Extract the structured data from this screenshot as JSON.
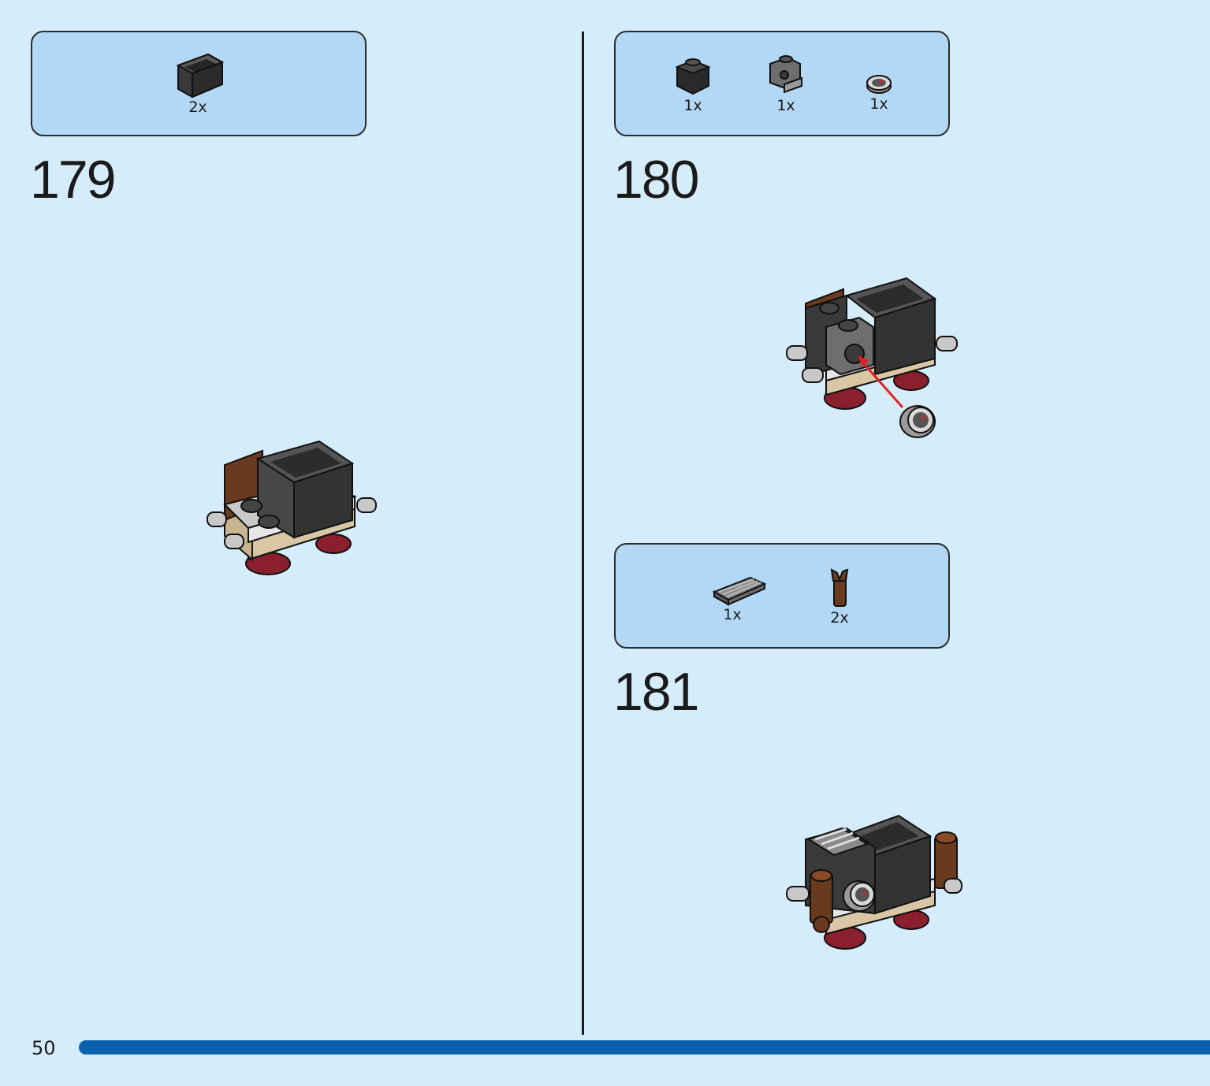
{
  "page": {
    "number": "50",
    "colors": {
      "background": "#d5ecfb",
      "callout": "#b3d8f5",
      "progress": "#0b61ae"
    }
  },
  "steps": [
    {
      "number": "179",
      "parts": [
        {
          "icon": "dark-gray-box-container-icon",
          "qty": "2x"
        }
      ]
    },
    {
      "number": "180",
      "parts": [
        {
          "icon": "black-brick-1x1-icon",
          "qty": "1x"
        },
        {
          "icon": "gray-bracket-brick-icon",
          "qty": "1x"
        },
        {
          "icon": "gauge-tile-round-icon",
          "qty": "1x"
        }
      ]
    },
    {
      "number": "181",
      "parts": [
        {
          "icon": "gray-grille-tile-icon",
          "qty": "1x"
        },
        {
          "icon": "brown-clip-bar-icon",
          "qty": "2x"
        }
      ]
    }
  ]
}
